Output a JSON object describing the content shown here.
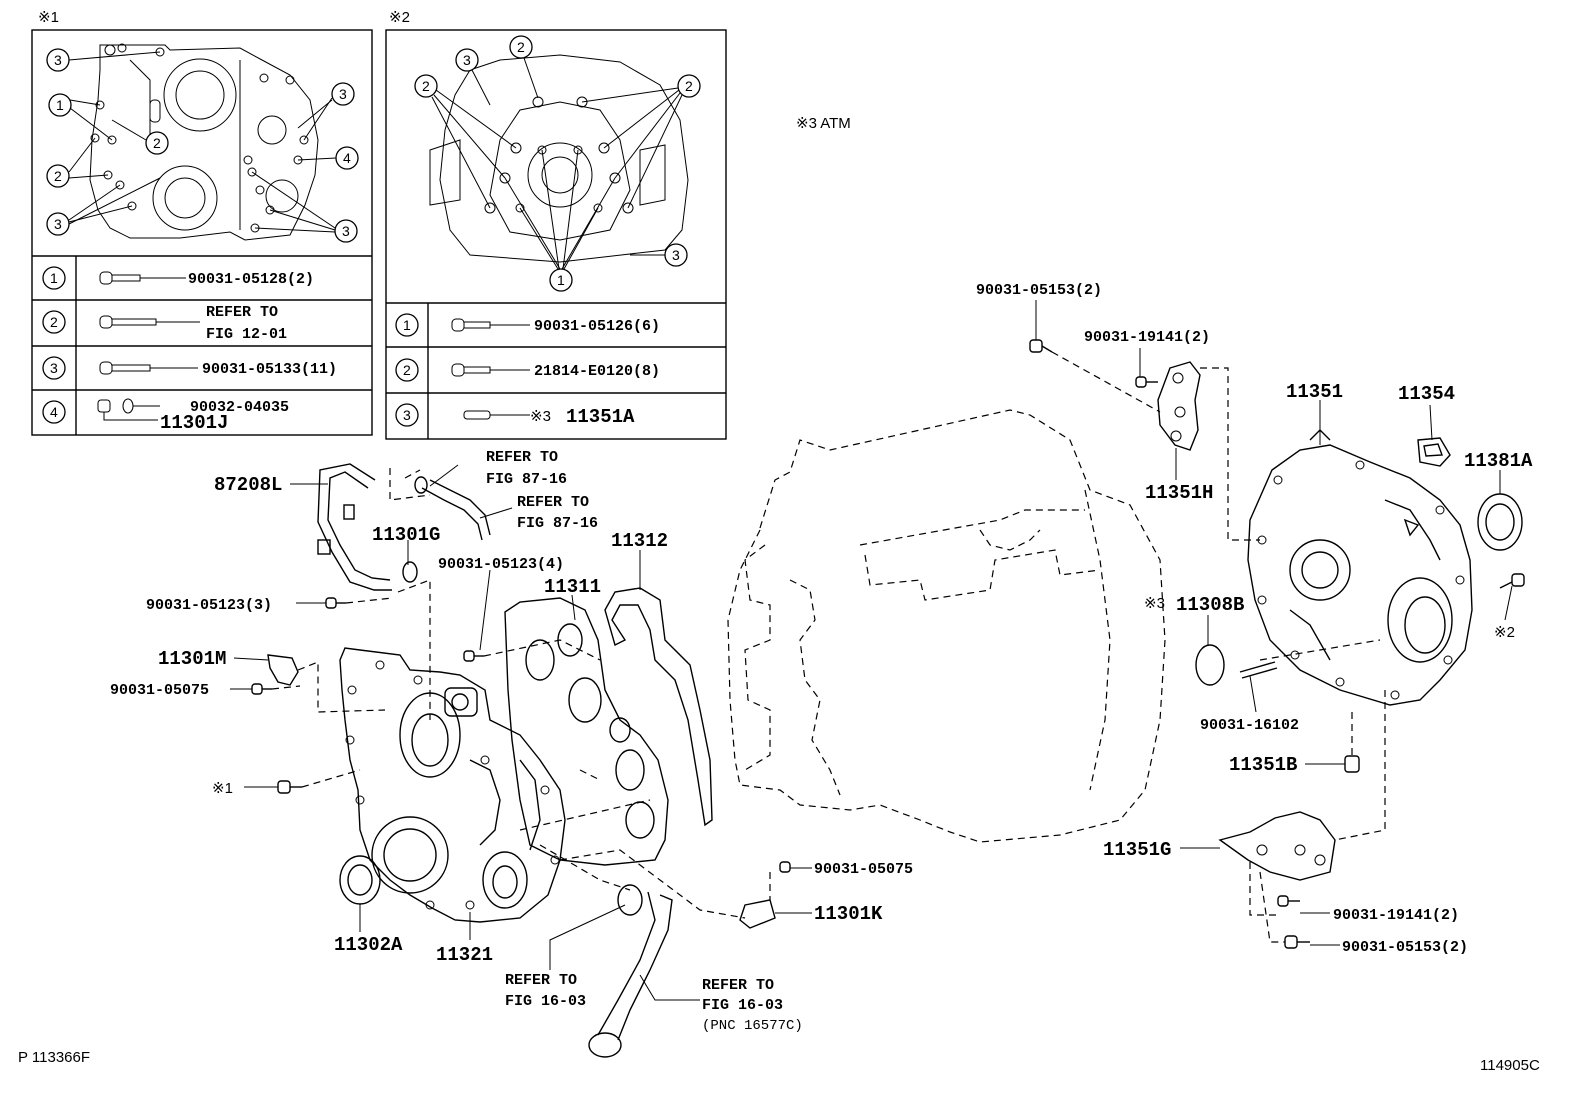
{
  "figure": {
    "inset1_mark": "※1",
    "inset2_mark": "※2",
    "atm_note": "※3 ATM",
    "footer_left": "P 113366F",
    "footer_right": "114905C"
  },
  "inset1": {
    "rows": [
      {
        "num": "1",
        "text": "90031-05128(2)"
      },
      {
        "num": "2",
        "text1": "REFER TO",
        "text2": "FIG 12-01"
      },
      {
        "num": "3",
        "text": "90031-05133(11)"
      },
      {
        "num": "4",
        "text": "90032-04035",
        "text2": "11301J"
      }
    ]
  },
  "inset2": {
    "rows": [
      {
        "num": "1",
        "text": "90031-05126(6)"
      },
      {
        "num": "2",
        "text": "21814-E0120(8)"
      },
      {
        "num": "3",
        "mark": "※3",
        "text": "11351A"
      }
    ]
  },
  "callouts": {
    "c87208L": "87208L",
    "refer_87_16_a1": "REFER TO",
    "refer_87_16_a2": "FIG 87-16",
    "refer_87_16_b1": "REFER TO",
    "refer_87_16_b2": "FIG 87-16",
    "c11301G": "11301G",
    "c90031_05123_4": "90031-05123(4)",
    "c11312": "11312",
    "c11311": "11311",
    "c90031_05123_3": "90031-05123(3)",
    "c11301M": "11301M",
    "c90031_05075a": "90031-05075",
    "mark1": "※1",
    "c11302A": "11302A",
    "c11321": "11321",
    "refer_16_03_a1": "REFER TO",
    "refer_16_03_a2": "FIG 16-03",
    "refer_16_03_b1": "REFER TO",
    "refer_16_03_b2": "FIG 16-03",
    "refer_16_03_b3": "(PNC 16577C)",
    "c90031_05075b": "90031-05075",
    "c11301K": "11301K",
    "c90031_05153_top": "90031-05153(2)",
    "c90031_19141_top": "90031-19141(2)",
    "c11351H": "11351H",
    "c11351": "11351",
    "c11354": "11354",
    "c11381A": "11381A",
    "mark3": "※3",
    "c11308B": "11308B",
    "mark2": "※2",
    "c90031_16102": "90031-16102",
    "c11351B": "11351B",
    "c11351G": "11351G",
    "c90031_19141_bot": "90031-19141(2)",
    "c90031_05153_bot": "90031-05153(2)"
  }
}
